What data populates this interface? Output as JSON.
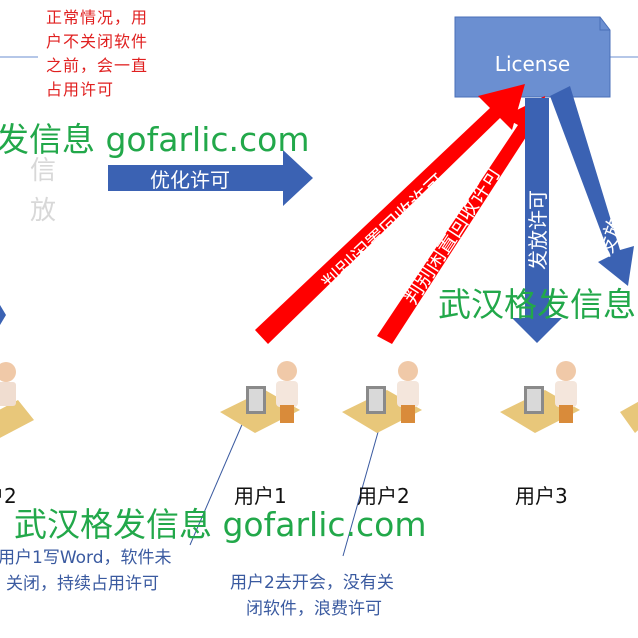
{
  "license_box": {
    "label": "License",
    "fill": "#6b8fd1"
  },
  "notes": {
    "top_red": [
      "正常情况，用",
      "户不关闭软件",
      "之前，会一直",
      "占用许可"
    ],
    "user1": [
      "用户1写Word，软件未",
      "关闭，持续占用许可"
    ],
    "user2": [
      "用户2去开会，没有关",
      "闭软件，浪费许可"
    ]
  },
  "arrows": {
    "optimize": "优化许可",
    "reclaim_1": "判别闲置回收许可",
    "reclaim_2": "判别闲置回收许可",
    "issue_1": "发放许可",
    "issue_2": "发放许可"
  },
  "users": {
    "left_partial": "户2",
    "u1": "用户1",
    "u2": "用户2",
    "u3": "用户3"
  },
  "watermarks": {
    "top": "发信息  gofarlic.com",
    "right": "武汉格发信息",
    "bottom": "武汉格发信息  gofarlic.com"
  },
  "ghost_chars": [
    "信",
    "放"
  ],
  "colors": {
    "red_arrow": "#ff0000",
    "blue_arrow": "#3b62b3",
    "green_text": "#22a84a"
  }
}
